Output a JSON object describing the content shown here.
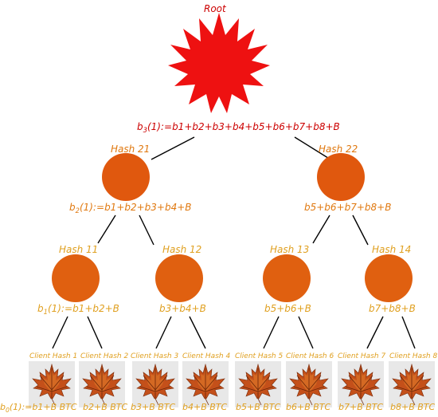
{
  "root": {
    "label": "Root",
    "color": "#ee1111"
  },
  "level3": {
    "formula_prefix": "b",
    "formula_sub": "3",
    "formula_rest": "(1):=b1+b2+b3+b4+b5+b6+b7+b8+B"
  },
  "level2": {
    "nodes": [
      {
        "title": "Hash 21",
        "formula_prefix": "b",
        "formula_sub": "2",
        "formula_rest": "(1):=b1+b2+b3+b4+B"
      },
      {
        "title": "Hash 22",
        "formula": "b5+b6+b7+b8+B"
      }
    ],
    "color": "#e0580e"
  },
  "level1": {
    "nodes": [
      {
        "title": "Hash 11",
        "formula_prefix": "b",
        "formula_sub": "1",
        "formula_rest": "(1):=b1+b2+B"
      },
      {
        "title": "Hash 12",
        "formula": "b3+b4+B"
      },
      {
        "title": "Hash 13",
        "formula": "b5+b6+B"
      },
      {
        "title": "Hash 14",
        "formula": "b7+b8+B"
      }
    ],
    "color": "#e06010"
  },
  "leaves": {
    "items": [
      {
        "title": "Client Hash 1",
        "formula_prefix": "b",
        "formula_sub": "0",
        "formula_rest": "(1):=b1+B BTC"
      },
      {
        "title": "Client Hash 2",
        "formula": "b2+B BTC"
      },
      {
        "title": "Client Hash 3",
        "formula": "b3+B BTC"
      },
      {
        "title": "Client Hash 4",
        "formula": "b4+B BTC"
      },
      {
        "title": "Client Hash 5",
        "formula": "b5+B BTC"
      },
      {
        "title": "Client Hash 6",
        "formula": "b6+B BTC"
      },
      {
        "title": "Client Hash 7",
        "formula": "b7+B BTC"
      },
      {
        "title": "Client Hash 8",
        "formula": "b8+B BTC"
      }
    ],
    "icon": "maple-leaf-icon"
  }
}
